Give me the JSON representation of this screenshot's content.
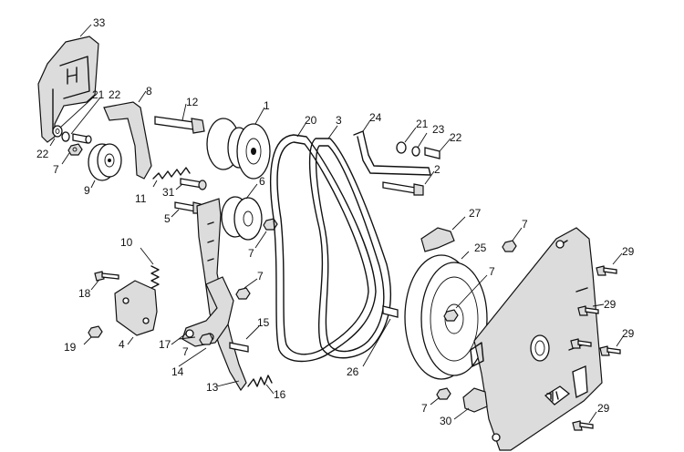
{
  "callouts": [
    {
      "id": "33",
      "text": "33"
    },
    {
      "id": "21a",
      "text": "21"
    },
    {
      "id": "22a",
      "text": "22"
    },
    {
      "id": "8",
      "text": "8"
    },
    {
      "id": "12",
      "text": "12"
    },
    {
      "id": "1",
      "text": "1"
    },
    {
      "id": "20",
      "text": "20"
    },
    {
      "id": "3",
      "text": "3"
    },
    {
      "id": "24",
      "text": "24"
    },
    {
      "id": "21b",
      "text": "21"
    },
    {
      "id": "23",
      "text": "23"
    },
    {
      "id": "22b",
      "text": "22"
    },
    {
      "id": "2",
      "text": "2"
    },
    {
      "id": "22c",
      "text": "22"
    },
    {
      "id": "7a",
      "text": "7"
    },
    {
      "id": "9",
      "text": "9"
    },
    {
      "id": "11",
      "text": "11"
    },
    {
      "id": "31",
      "text": "31"
    },
    {
      "id": "6",
      "text": "6"
    },
    {
      "id": "5",
      "text": "5"
    },
    {
      "id": "7b",
      "text": "7"
    },
    {
      "id": "27",
      "text": "27"
    },
    {
      "id": "7c",
      "text": "7"
    },
    {
      "id": "10",
      "text": "10"
    },
    {
      "id": "25",
      "text": "25"
    },
    {
      "id": "29a",
      "text": "29"
    },
    {
      "id": "7d",
      "text": "7"
    },
    {
      "id": "7e",
      "text": "7"
    },
    {
      "id": "18",
      "text": "18"
    },
    {
      "id": "29b",
      "text": "29"
    },
    {
      "id": "15",
      "text": "15"
    },
    {
      "id": "4",
      "text": "4"
    },
    {
      "id": "17",
      "text": "17"
    },
    {
      "id": "19",
      "text": "19"
    },
    {
      "id": "7f",
      "text": "7"
    },
    {
      "id": "29c",
      "text": "29"
    },
    {
      "id": "14",
      "text": "14"
    },
    {
      "id": "26",
      "text": "26"
    },
    {
      "id": "13",
      "text": "13"
    },
    {
      "id": "16",
      "text": "16"
    },
    {
      "id": "7g",
      "text": "7"
    },
    {
      "id": "29d",
      "text": "29"
    },
    {
      "id": "30",
      "text": "30"
    }
  ]
}
